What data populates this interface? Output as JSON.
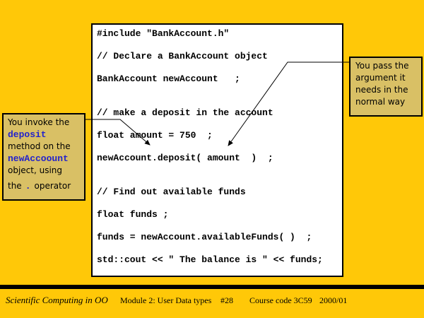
{
  "slide": {
    "background_color": "#FFC808",
    "callout_color": "#D9C065",
    "accent_blue": "#2222CC"
  },
  "code": {
    "lines": [
      "#include \"BankAccount.h\"",
      "// Declare a BankAccount object",
      "BankAccount newAccount   ;",
      "// make a deposit in the account",
      "float amount = 750  ;",
      "newAccount.deposit( amount  )  ;",
      "// Find out available funds",
      "float funds ;",
      "funds = newAccount.availableFunds( )  ;",
      "std::cout << \" The balance is \" << funds;"
    ]
  },
  "left_callout": {
    "line1": "You invoke the",
    "line2": "deposit",
    "line3": "method on the",
    "line4": "newAccoount",
    "line5": "object, using",
    "line6_pre": "the",
    "line6_dot": ".",
    "line6_post": "operator"
  },
  "right_callout": {
    "lines": [
      "You pass the",
      "argument it",
      "needs in the",
      "normal way"
    ]
  },
  "footer": {
    "title": "Scientific Computing in OO",
    "module": "Module 2: User Data types",
    "page": "#28",
    "course": "Course code 3C59",
    "year": "2000/01"
  }
}
